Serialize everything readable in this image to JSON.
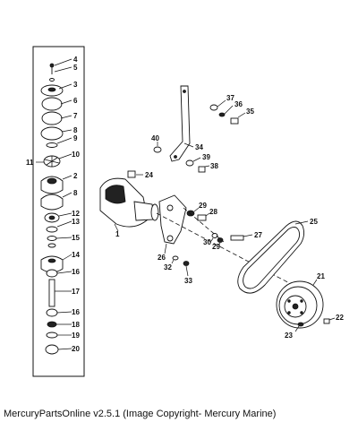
{
  "callouts": {
    "c4": "4",
    "c5": "5",
    "c3": "3",
    "c6": "6",
    "c7": "7",
    "c8": "8",
    "c9": "9",
    "c10": "10",
    "c11": "11",
    "c2": "2",
    "c8b": "8",
    "c12": "12",
    "c13": "13",
    "c15": "15",
    "c14": "14",
    "c16": "16",
    "c17": "17",
    "c16b": "16",
    "c18": "18",
    "c19": "19",
    "c20": "20",
    "c1": "1",
    "c24": "24",
    "c37": "37",
    "c36": "36",
    "c35": "35",
    "c40": "40",
    "c34": "34",
    "c39": "39",
    "c38": "38",
    "c29": "29",
    "c28": "28",
    "c27": "27",
    "c30": "30",
    "c29b": "29",
    "c26": "26",
    "c32": "32",
    "c33": "33",
    "c25": "25",
    "c21": "21",
    "c22": "22",
    "c23": "23"
  },
  "footer": "MercuryPartsOnline v2.5.1 (Image Copyright- Mercury Marine)"
}
